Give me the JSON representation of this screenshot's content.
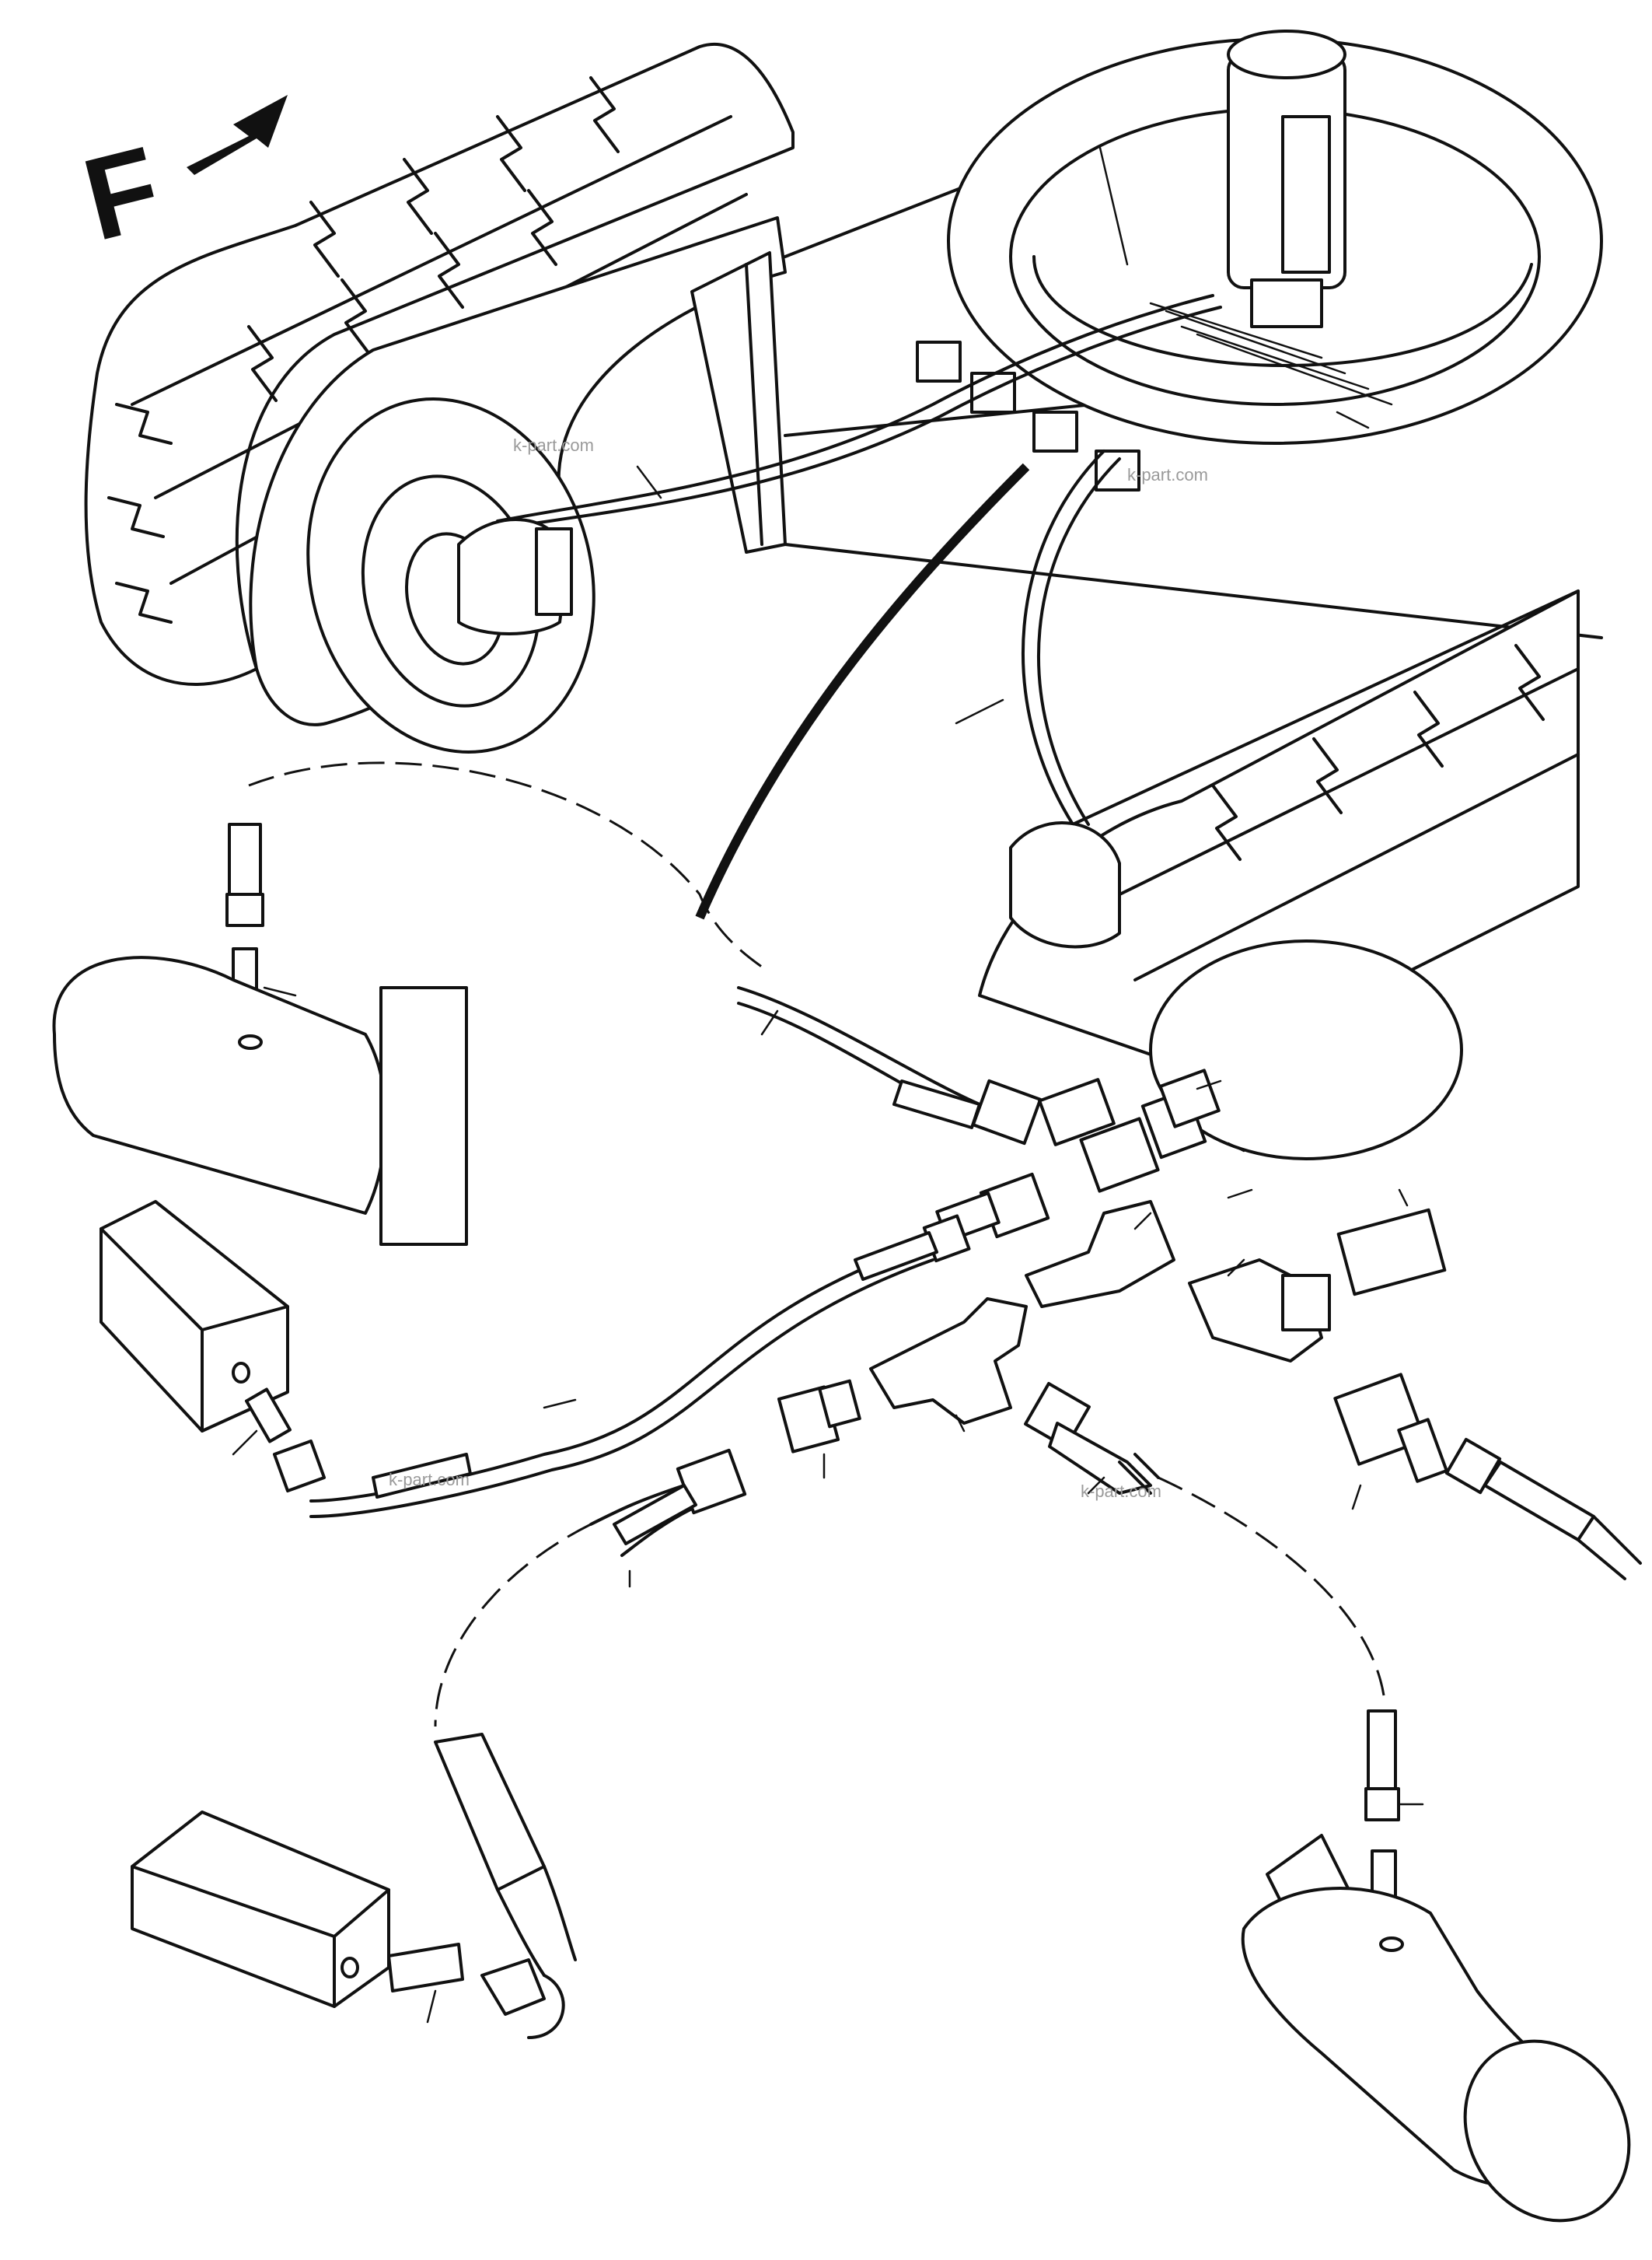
{
  "direction_label": "F",
  "watermarks": [
    "k-part.com",
    "k-part.com",
    "k-part.com",
    "k-part.com"
  ]
}
